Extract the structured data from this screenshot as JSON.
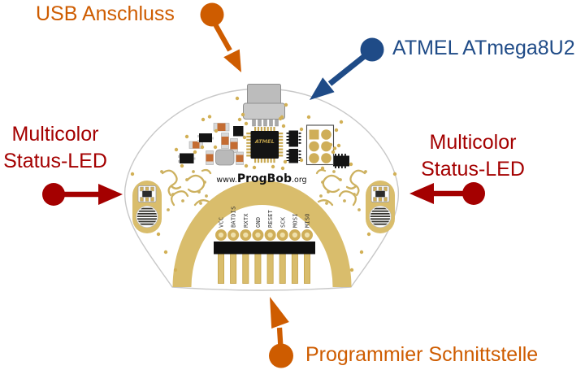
{
  "annotations": {
    "usb": {
      "text": "USB Anschluss",
      "color": "#ce5c00"
    },
    "chip": {
      "text": "ATMEL ATmega8U2",
      "color": "#1f4b87"
    },
    "led_left": {
      "line1": "Multicolor",
      "line2": "Status-LED",
      "color": "#a40000"
    },
    "led_right": {
      "line1": "Multicolor",
      "line2": "Status-LED",
      "color": "#a40000"
    },
    "programming": {
      "text": "Programmier Schnittstelle",
      "color": "#ce5c00"
    }
  },
  "board": {
    "website": {
      "prefix": "www.",
      "name": "ProgBob",
      "suffix": ".org"
    },
    "chip_logo": "ATMEL",
    "pin_labels": [
      "VCC",
      "BATDIS",
      "RXTX",
      "GND",
      "RESET",
      "SCK",
      "MOSI",
      "MISO"
    ],
    "colors": {
      "pcb_gold": "#d9bd6c",
      "pad_gold": "#cfae58",
      "board_outline": "#c8c8c8",
      "component_orange": "#c46c32",
      "ic_black": "#141414",
      "usb_gray": "#bcbcbc",
      "annotation_orange": "#ce5c00",
      "annotation_blue": "#1f4b87",
      "annotation_red": "#a40000"
    }
  }
}
